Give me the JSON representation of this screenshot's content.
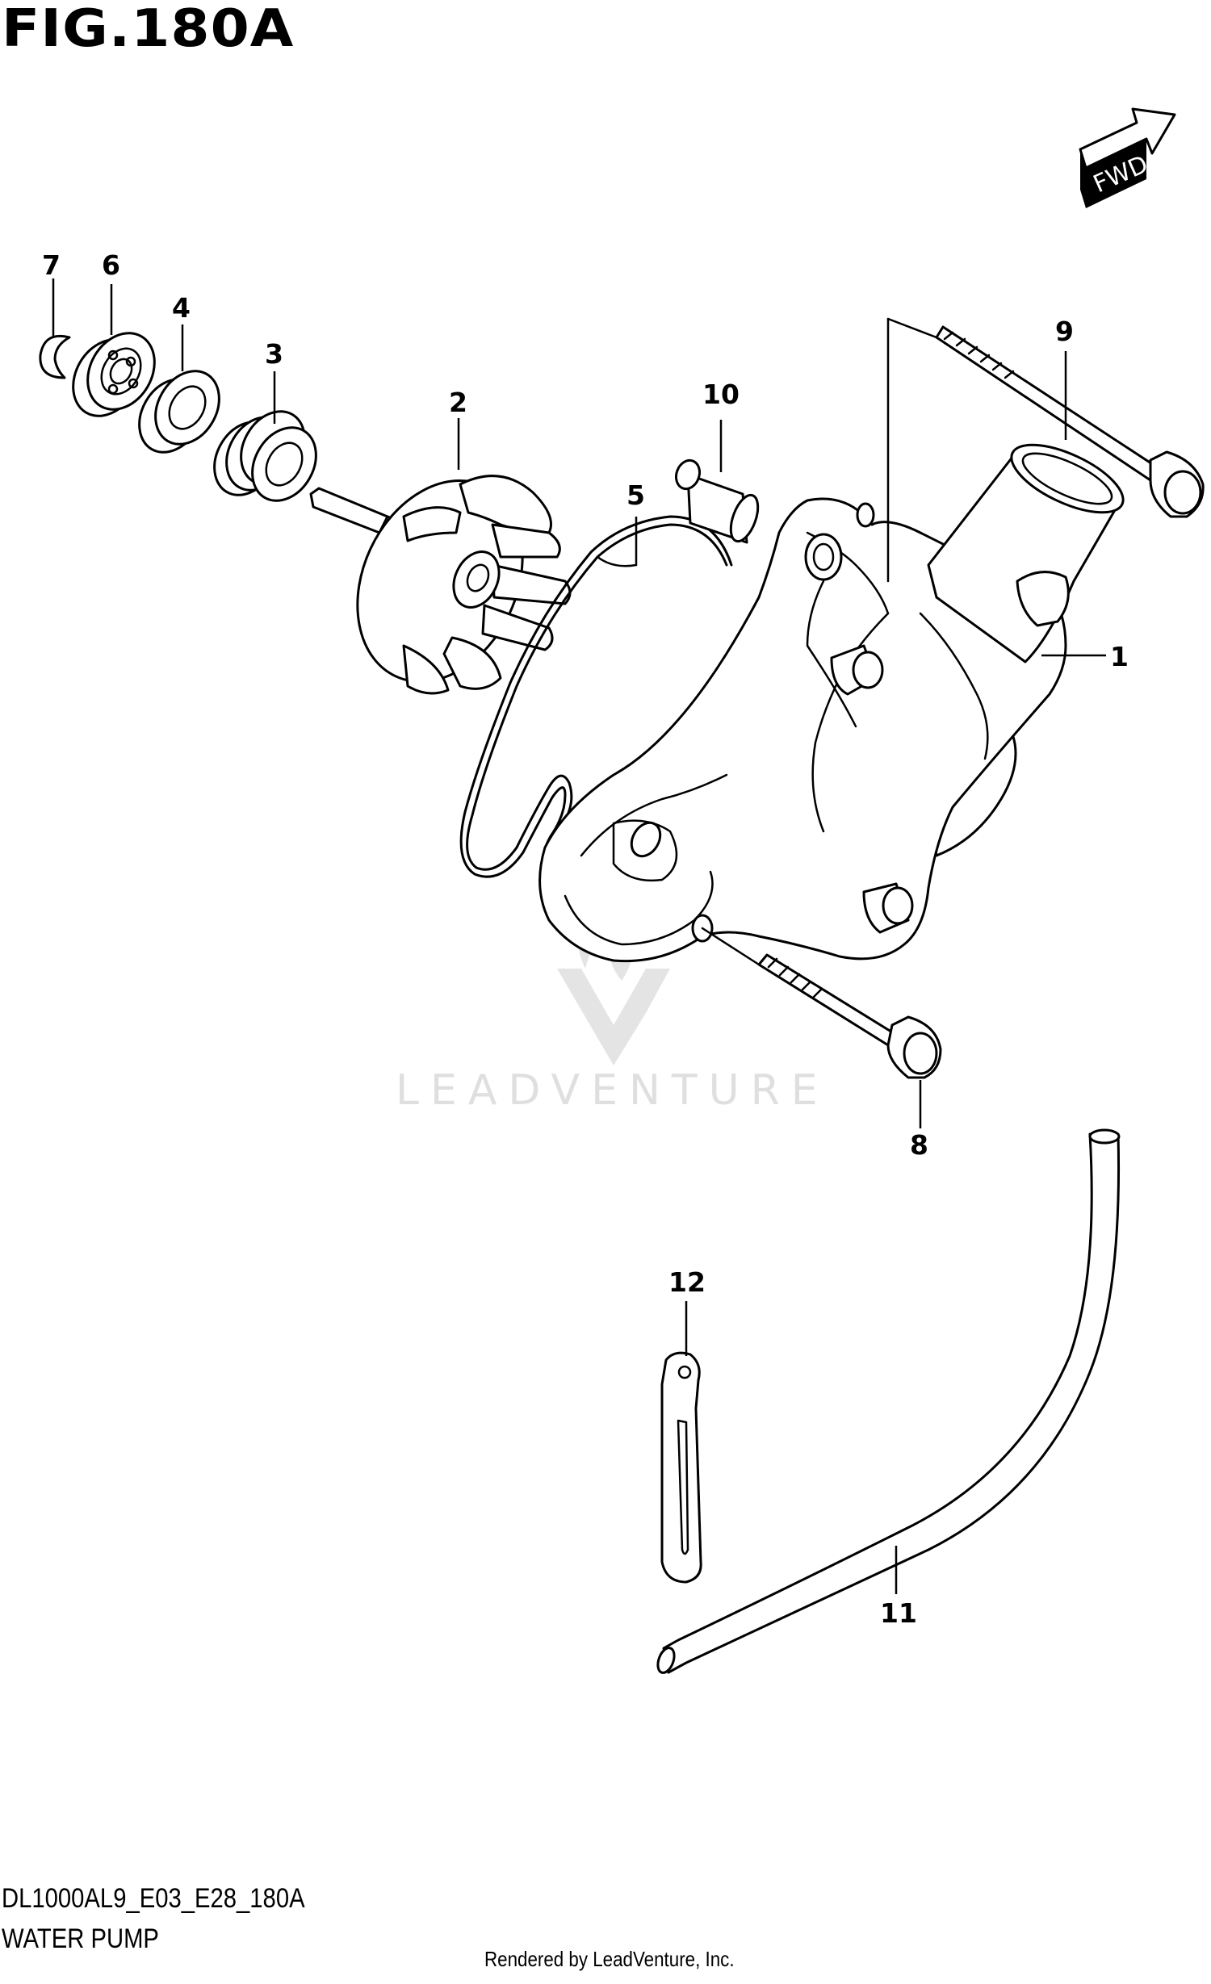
{
  "figure": {
    "title": "FIG.180A",
    "direction_label": "FWD",
    "diagram_code": "DL1000AL9_E03_E28_180A",
    "subtitle": "WATER PUMP",
    "credit": "Rendered by LeadVenture, Inc.",
    "watermark": "LEADVENTURE"
  },
  "callouts": [
    {
      "id": "1",
      "part": "water-pump-body"
    },
    {
      "id": "2",
      "part": "impeller"
    },
    {
      "id": "3",
      "part": "mechanical-seal"
    },
    {
      "id": "4",
      "part": "oil-seal"
    },
    {
      "id": "5",
      "part": "o-ring"
    },
    {
      "id": "6",
      "part": "bearing"
    },
    {
      "id": "7",
      "part": "e-ring"
    },
    {
      "id": "8",
      "part": "bolt"
    },
    {
      "id": "9",
      "part": "bolt-long"
    },
    {
      "id": "10",
      "part": "dowel-pin"
    },
    {
      "id": "11",
      "part": "hose"
    },
    {
      "id": "12",
      "part": "clamp"
    }
  ],
  "colors": {
    "ink": "#000000",
    "background": "#ffffff",
    "watermark": "#dcdcdc"
  }
}
